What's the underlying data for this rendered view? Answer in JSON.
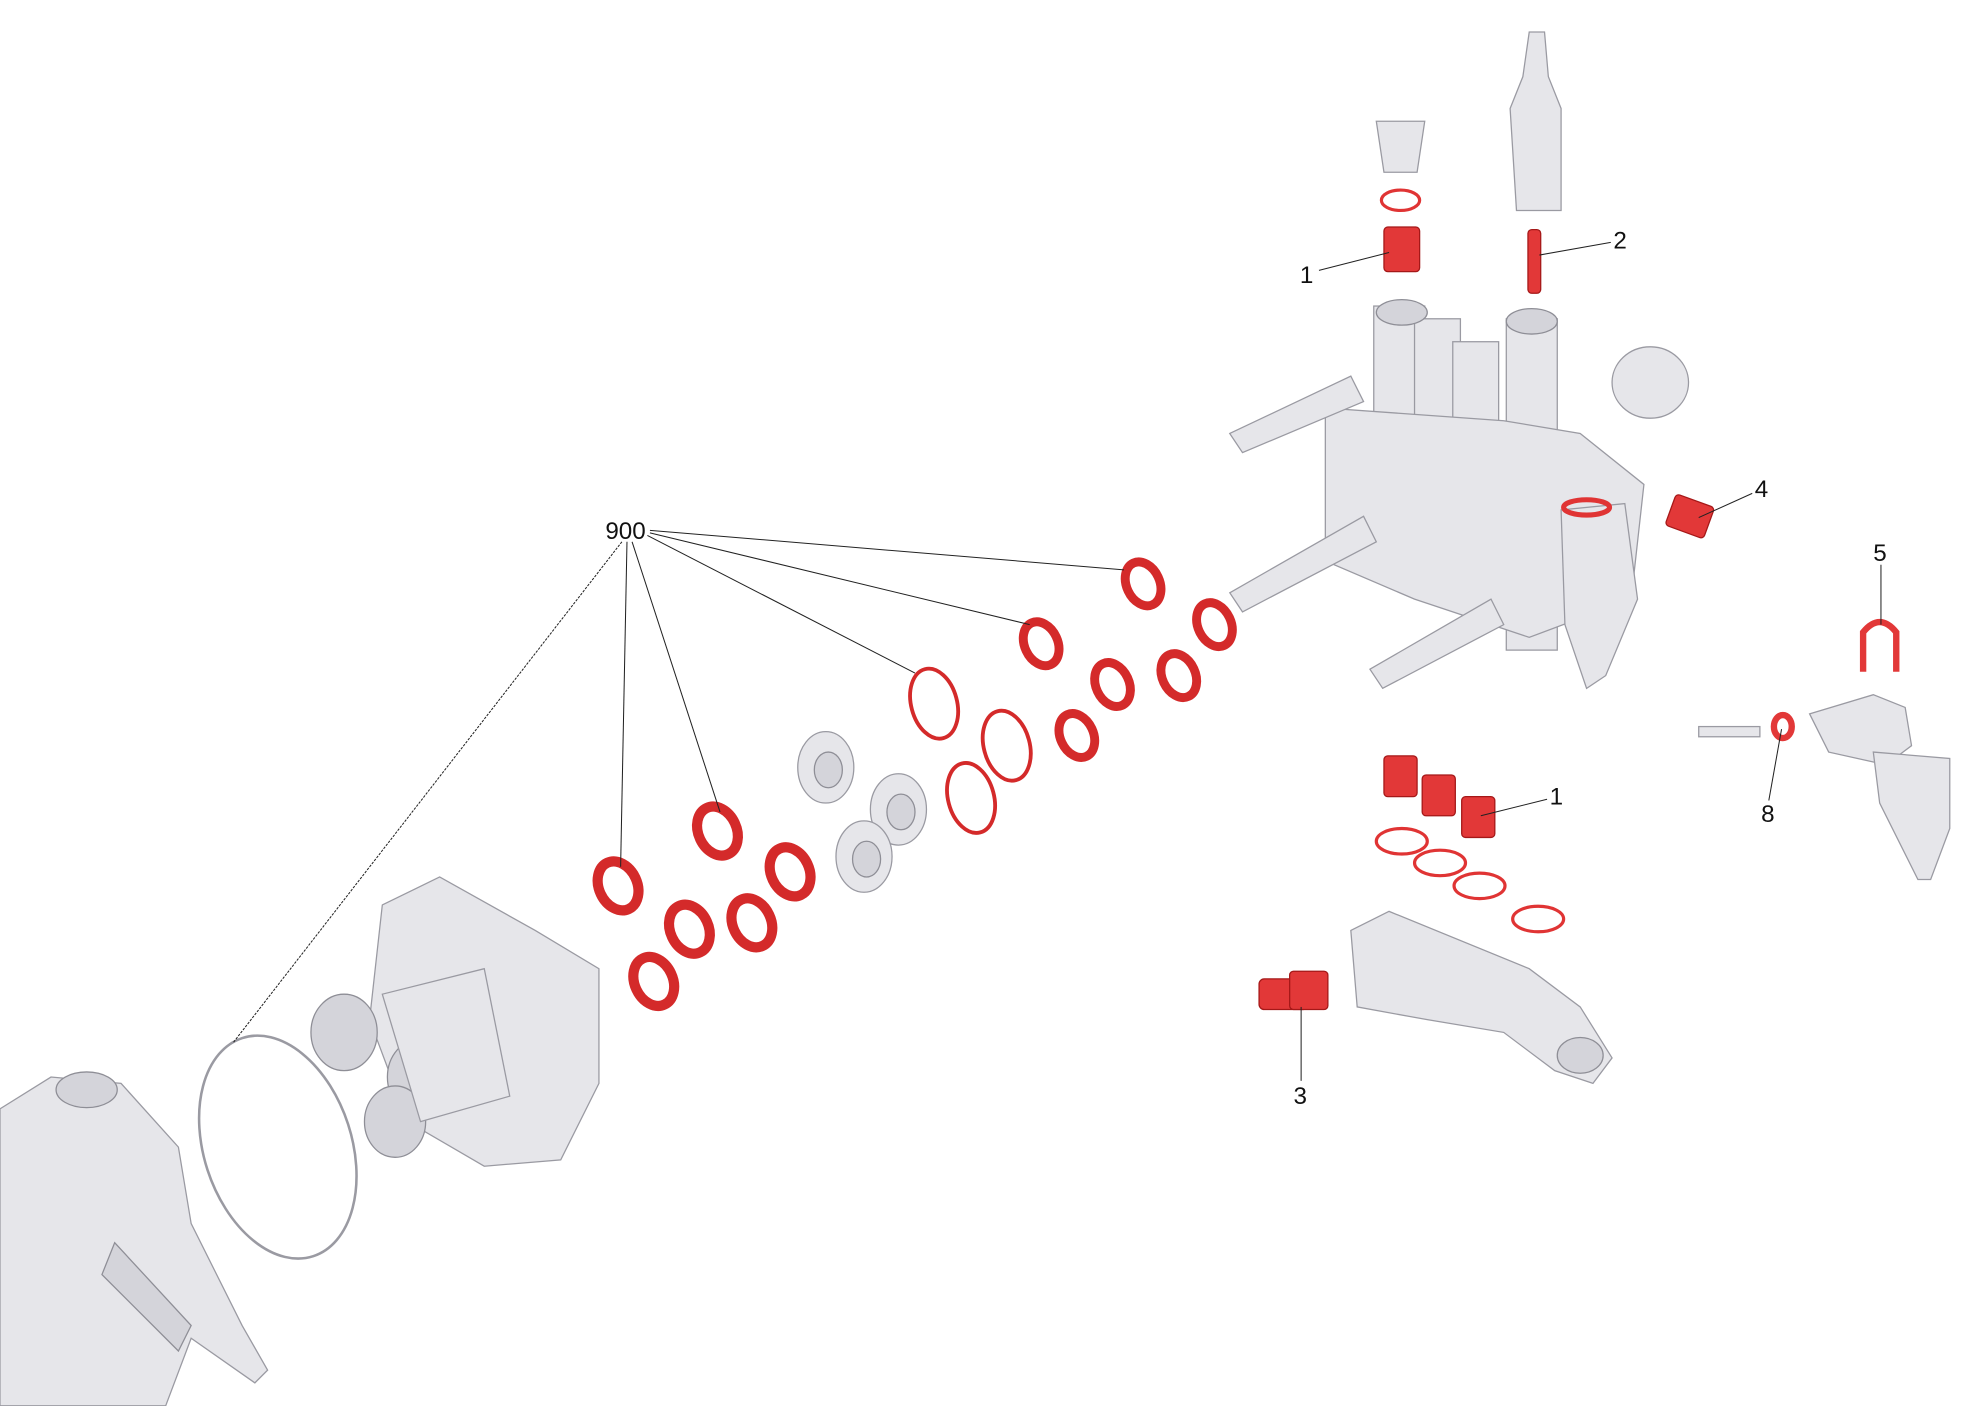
{
  "diagram": {
    "type": "exploded-parts-view",
    "accent_color": "#e23838",
    "part_color": "#e6e6ea",
    "callouts": [
      {
        "id": "c1a",
        "label": "1"
      },
      {
        "id": "c2",
        "label": "2"
      },
      {
        "id": "c4",
        "label": "4"
      },
      {
        "id": "c5",
        "label": "5"
      },
      {
        "id": "c8",
        "label": "8"
      },
      {
        "id": "c1b",
        "label": "1"
      },
      {
        "id": "c3",
        "label": "3"
      },
      {
        "id": "c900",
        "label": "900"
      }
    ]
  }
}
